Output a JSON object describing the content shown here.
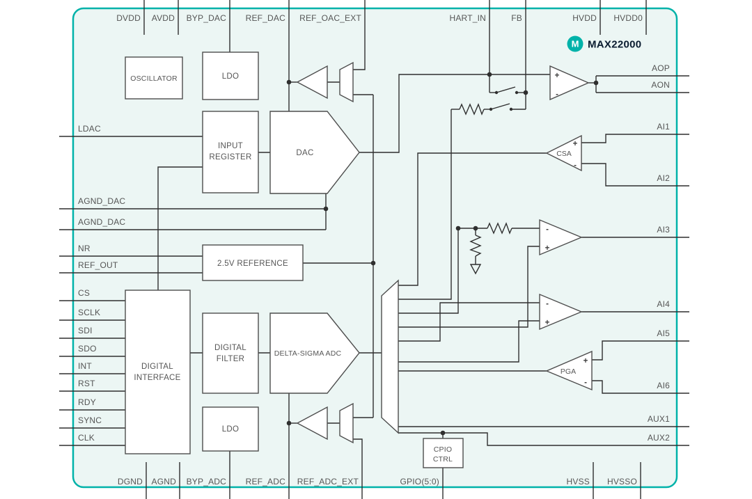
{
  "logo": {
    "letter": "M",
    "part_number": "MAX22000"
  },
  "colors": {
    "teal_border": "#00b2a9",
    "diagram_background": "#ecf6f4",
    "block_fill": "#ffffff",
    "wire": "#2f2f2f",
    "label_text": "#555555",
    "part_number_text": "#0a1c30",
    "logo_circle": "#00b2a9"
  },
  "pins": {
    "top": [
      "DVDD",
      "AVDD",
      "BYP_DAC",
      "REF_DAC",
      "REF_OAC_EXT",
      "HART_IN",
      "FB",
      "HVDD",
      "HVDD0"
    ],
    "bottom": [
      "DGND",
      "AGND",
      "BYP_ADC",
      "REF_ADC",
      "REF_ADC_EXT",
      "GPIO(5:0)",
      "HVSS",
      "HVSSO"
    ],
    "left": [
      "LDAC",
      "AGND_DAC",
      "AGND_DAC",
      "NR",
      "REF_OUT",
      "CS",
      "SCLK",
      "SDI",
      "SDO",
      "INT",
      "RST",
      "RDY",
      "SYNC",
      "CLK"
    ],
    "right": [
      "AOP",
      "AON",
      "AI1",
      "AI2",
      "AI3",
      "AI4",
      "AI5",
      "AI6",
      "AUX1",
      "AUX2"
    ]
  },
  "blocks": {
    "oscillator": "OSCILLATOR",
    "ldo_dac": "LDO",
    "input_register_line1": "INPUT",
    "input_register_line2": "REGISTER",
    "dac": "DAC",
    "reference": "2.5V REFERENCE",
    "digital_interface_line1": "DIGITAL",
    "digital_interface_line2": "INTERFACE",
    "digital_filter_line1": "DIGITAL",
    "digital_filter_line2": "FILTER",
    "adc": "DELTA-SIGMA ADC",
    "ldo_adc": "LDO",
    "gpio_ctrl_line1": "CPIO",
    "gpio_ctrl_line2": "CTRL",
    "csa": "CSA",
    "pga": "PGA"
  },
  "glyphs": {
    "plus": "+",
    "minus": "-"
  }
}
